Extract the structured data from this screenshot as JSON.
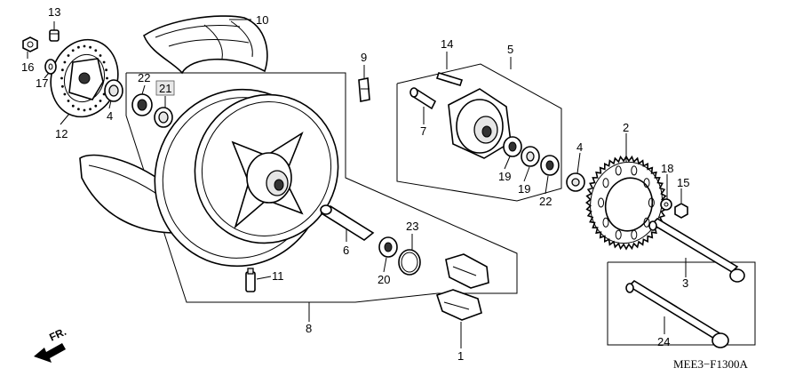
{
  "diagram_code": "MEE3−F1300A",
  "direction_label": "FR.",
  "highlighted_callout": "21",
  "callouts": [
    "1",
    "2",
    "3",
    "4",
    "5",
    "6",
    "7",
    "8",
    "9",
    "10",
    "11",
    "12",
    "13",
    "14",
    "15",
    "16",
    "17",
    "18",
    "19",
    "20",
    "21",
    "22",
    "23",
    "24"
  ],
  "labels": {
    "c13": "13",
    "c16": "16",
    "c17": "17",
    "c12": "12",
    "c4a": "4",
    "c10": "10",
    "c22a": "22",
    "c21": "21",
    "c9": "9",
    "c14": "14",
    "c5": "5",
    "c7": "7",
    "c19a": "19",
    "c19b": "19",
    "c22b": "22",
    "c4b": "4",
    "c2": "2",
    "c18": "18",
    "c15": "15",
    "c6": "6",
    "c23": "23",
    "c20": "20",
    "c11": "11",
    "c8": "8",
    "c1": "1",
    "c3": "3",
    "c24": "24"
  }
}
